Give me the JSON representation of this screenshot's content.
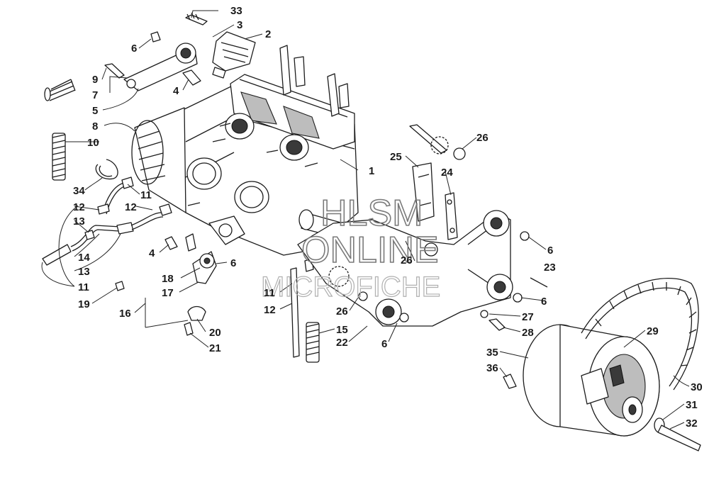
{
  "diagram": {
    "watermark": {
      "line1": "HLSM",
      "line2": "ONLINE",
      "line3": "MICROFICHE"
    },
    "callouts": [
      {
        "id": "c33a",
        "text": "33"
      },
      {
        "id": "c3",
        "text": "3"
      },
      {
        "id": "c2",
        "text": "2"
      },
      {
        "id": "c6a",
        "text": "6"
      },
      {
        "id": "c9",
        "text": "9"
      },
      {
        "id": "c7",
        "text": "7"
      },
      {
        "id": "c4a",
        "text": "4"
      },
      {
        "id": "c5",
        "text": "5"
      },
      {
        "id": "c8",
        "text": "8"
      },
      {
        "id": "c10",
        "text": "10"
      },
      {
        "id": "c1",
        "text": "1"
      },
      {
        "id": "c26a",
        "text": "26"
      },
      {
        "id": "c25",
        "text": "25"
      },
      {
        "id": "c24",
        "text": "24"
      },
      {
        "id": "c34",
        "text": "34"
      },
      {
        "id": "c11a",
        "text": "11"
      },
      {
        "id": "c12a",
        "text": "12"
      },
      {
        "id": "c12b",
        "text": "12"
      },
      {
        "id": "c13a",
        "text": "13"
      },
      {
        "id": "c14",
        "text": "14"
      },
      {
        "id": "c13b",
        "text": "13"
      },
      {
        "id": "c11b",
        "text": "11"
      },
      {
        "id": "c19",
        "text": "19"
      },
      {
        "id": "c16",
        "text": "16"
      },
      {
        "id": "c4b",
        "text": "4"
      },
      {
        "id": "c18",
        "text": "18"
      },
      {
        "id": "c17",
        "text": "17"
      },
      {
        "id": "c6b",
        "text": "6"
      },
      {
        "id": "c6c",
        "text": "6"
      },
      {
        "id": "c26b",
        "text": "26"
      },
      {
        "id": "c23",
        "text": "23"
      },
      {
        "id": "c6d",
        "text": "6"
      },
      {
        "id": "c11c",
        "text": "11"
      },
      {
        "id": "c12c",
        "text": "12"
      },
      {
        "id": "c26c",
        "text": "26"
      },
      {
        "id": "c27",
        "text": "27"
      },
      {
        "id": "c28",
        "text": "28"
      },
      {
        "id": "c15",
        "text": "15"
      },
      {
        "id": "c22",
        "text": "22"
      },
      {
        "id": "c6e",
        "text": "6"
      },
      {
        "id": "c20",
        "text": "20"
      },
      {
        "id": "c21",
        "text": "21"
      },
      {
        "id": "c29",
        "text": "29"
      },
      {
        "id": "c35",
        "text": "35"
      },
      {
        "id": "c36",
        "text": "36"
      },
      {
        "id": "c30",
        "text": "30"
      },
      {
        "id": "c31",
        "text": "31"
      },
      {
        "id": "c32",
        "text": "32"
      }
    ]
  }
}
